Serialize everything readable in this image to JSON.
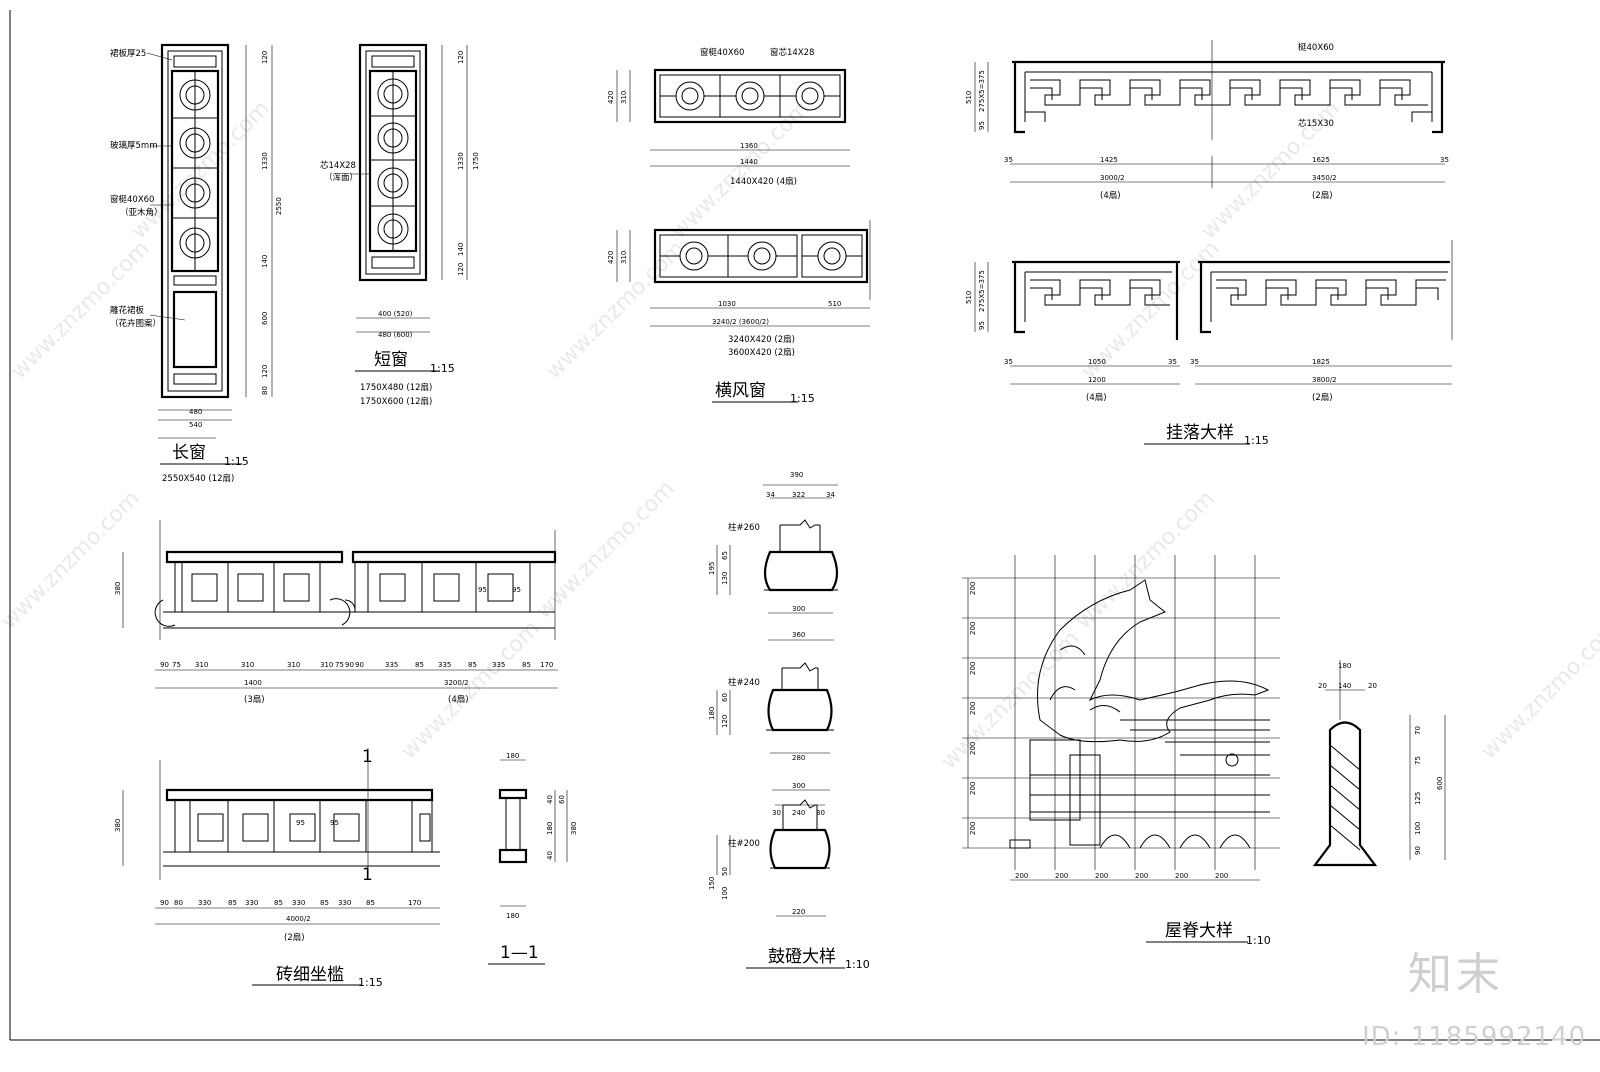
{
  "watermark": {
    "site": "www.znzmo.com",
    "brand": "知末",
    "id_text": "ID: 1185992140"
  },
  "long_window": {
    "title": "长窗",
    "scale": "1:15",
    "spec": "2550X540 (12扇)",
    "notes": [
      "裙板厚25",
      "玻璃厚5mm",
      "窗梃40X60",
      "（亚木角）",
      "雕花裙板",
      "（花卉图案）"
    ],
    "dims_v": [
      "120",
      "1330",
      "140",
      "600",
      "120",
      "80",
      "2550"
    ],
    "dims_h": [
      "480",
      "540"
    ]
  },
  "short_window": {
    "title": "短窗",
    "scale": "1:15",
    "specs": [
      "1750X480 (12扇)",
      "1750X600 (12扇)"
    ],
    "notes": [
      "芯14X28",
      "（浑面）"
    ],
    "dims_v": [
      "120",
      "1330",
      "140",
      "120",
      "1750"
    ],
    "dims_h": [
      "400 (520)",
      "480 (600)"
    ]
  },
  "transom_window": {
    "title": "横风窗",
    "scale": "1:15",
    "notes": [
      "窗梃40X60",
      "窗芯14X28"
    ],
    "dims_top": [
      "420",
      "310",
      "1360",
      "1440"
    ],
    "spec_top": "1440X420 (4扇)",
    "dims_bottom": [
      "420",
      "310",
      "1030",
      "510",
      "3240/2 (3600/2)"
    ],
    "spec_bottom": [
      "3240X420 (2扇)",
      "3600X420 (2扇)"
    ]
  },
  "hanging_fascia": {
    "title": "挂落大样",
    "scale": "1:15",
    "notes": [
      "梃40X60",
      "芯15X30"
    ],
    "dims_top": [
      "510",
      "275X5=375",
      "95",
      "35",
      "1425",
      "1625",
      "35",
      "3000/2",
      "3450/2"
    ],
    "counts_top": [
      "(4扇)",
      "(2扇)"
    ],
    "dims_bottom": [
      "510",
      "275X5=375",
      "95",
      "35",
      "1050",
      "35",
      "35",
      "1825",
      "1200",
      "3800/2"
    ],
    "counts_bottom": [
      "(4扇)",
      "(2扇)"
    ]
  },
  "sill_wall": {
    "title": "砖细坐槛",
    "scale": "1:15",
    "top_dims": [
      "90",
      "75",
      "310",
      "310",
      "310",
      "310",
      "75",
      "90",
      "90",
      "335",
      "85",
      "335",
      "85",
      "335",
      "85",
      "170",
      "1400",
      "3200/2"
    ],
    "top_counts": [
      "(3扇)",
      "(4扇)"
    ],
    "bottom_dims": [
      "90",
      "80",
      "330",
      "85",
      "330",
      "85",
      "330",
      "85",
      "330",
      "85",
      "170",
      "4000/2"
    ],
    "bottom_count": "(2扇)",
    "height": "380",
    "mark": "1",
    "inset": [
      "95",
      "95"
    ]
  },
  "section_1_1": {
    "title": "1—1",
    "dims": [
      "180",
      "180",
      "40",
      "40",
      "180",
      "60",
      "380"
    ]
  },
  "drum_stone": {
    "title": "鼓磴大样",
    "scale": "1:10",
    "items": [
      {
        "label": "柱#260",
        "top": [
          "390",
          "34",
          "322",
          "34"
        ],
        "side": [
          "195",
          "65",
          "130"
        ],
        "base": "300"
      },
      {
        "label": "柱#240",
        "top": [
          "360"
        ],
        "side": [
          "180",
          "60",
          "120"
        ],
        "base": "280"
      },
      {
        "label": "柱#200",
        "top": [
          "300",
          "30",
          "240",
          "30"
        ],
        "side": [
          "150",
          "50",
          "100"
        ],
        "base": "220"
      }
    ]
  },
  "ridge": {
    "title": "屋脊大样",
    "scale": "1:10",
    "grid_dims": [
      "200",
      "200",
      "200",
      "200",
      "200",
      "200"
    ],
    "side_dims": [
      "200",
      "200",
      "200",
      "200",
      "200",
      "200",
      "200"
    ],
    "finial_top": [
      "180",
      "20",
      "140",
      "20"
    ],
    "finial_side": [
      "70",
      "75",
      "125",
      "100",
      "90",
      "600"
    ]
  }
}
